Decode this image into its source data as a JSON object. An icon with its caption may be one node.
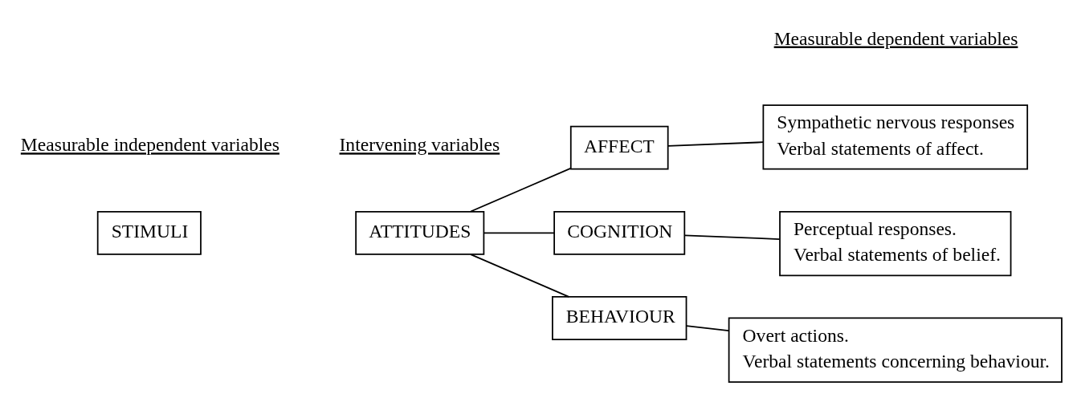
{
  "diagram": {
    "nodes": [
      {
        "text": [
          "STIMULI"
        ]
      },
      {
        "text": [
          "ATTITUDES"
        ]
      },
      {
        "text": [
          "AFFECT"
        ]
      },
      {
        "text": [
          "COGNITION"
        ]
      },
      {
        "text": [
          "BEHAVIOUR"
        ]
      },
      {
        "text": [
          "Sympathetic nervous responses",
          "Verbal statements of affect."
        ]
      },
      {
        "text": [
          "Perceptual responses.",
          "Verbal statements of belief."
        ]
      },
      {
        "text": [
          "Overt actions.",
          "Verbal statements concerning behaviour."
        ]
      }
    ],
    "edges": [
      {
        "from": 1,
        "to": 2,
        "arrow": "none"
      },
      {
        "from": 1,
        "to": 3,
        "arrow": "none"
      },
      {
        "from": 1,
        "to": 4,
        "arrow": "none"
      },
      {
        "from": 2,
        "to": 5,
        "arrow": "none"
      },
      {
        "from": 3,
        "to": 6,
        "arrow": "none"
      },
      {
        "from": 4,
        "to": 7,
        "arrow": "none"
      }
    ],
    "labels": [
      "Measurable independent variables",
      "Intervening variables",
      "Measurable dependent variables"
    ]
  }
}
